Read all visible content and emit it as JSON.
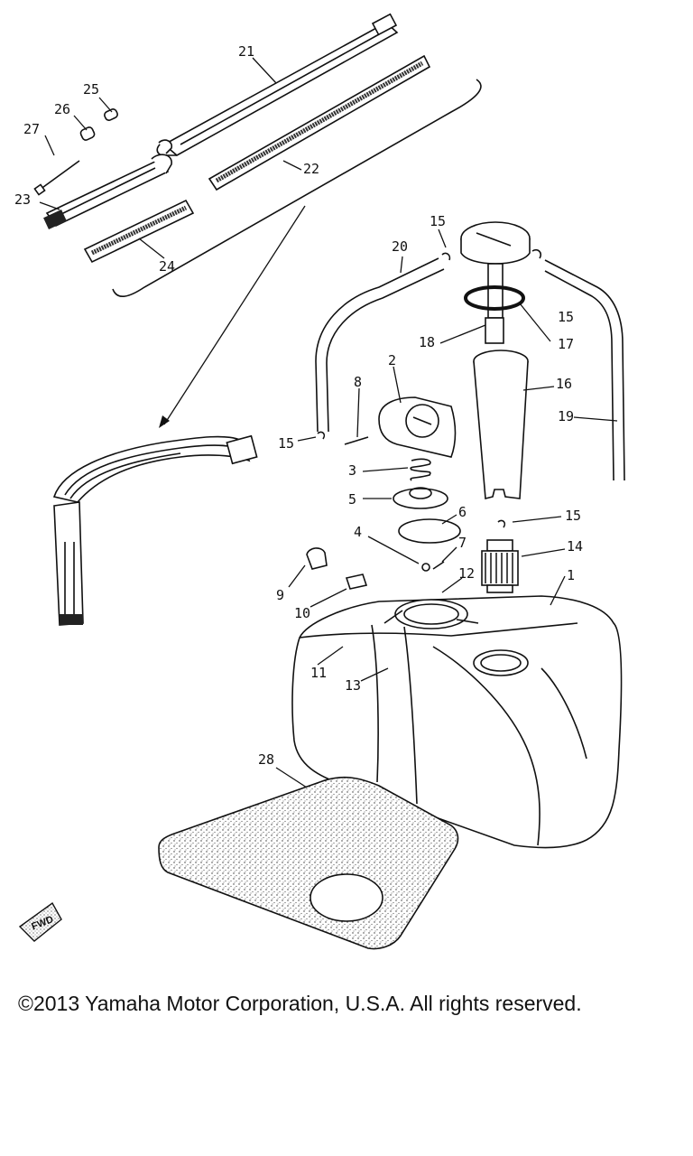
{
  "diagram": {
    "callouts": [
      "21",
      "22",
      "25",
      "26",
      "27",
      "23",
      "24",
      "15",
      "20",
      "15",
      "18",
      "17",
      "16",
      "2",
      "8",
      "15",
      "19",
      "3",
      "5",
      "6",
      "15",
      "4",
      "7",
      "14",
      "9",
      "12",
      "10",
      "1",
      "11",
      "13",
      "28"
    ],
    "fwd_label": "FWD"
  },
  "footer": {
    "copyright": "©2013 Yamaha Motor Corporation, U.S.A. All rights reserved."
  }
}
